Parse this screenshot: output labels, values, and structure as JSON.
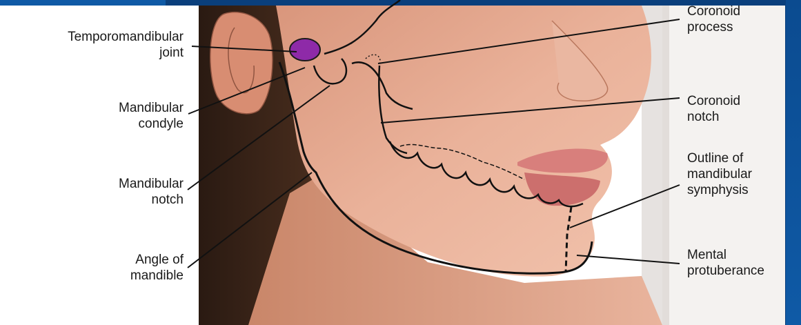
{
  "labels": {
    "temporomandibular_joint": [
      "Temporomandibular",
      "joint"
    ],
    "mandibular_condyle": [
      "Mandibular",
      "condyle"
    ],
    "mandibular_notch": [
      "Mandibular",
      "notch"
    ],
    "angle_of_mandible": [
      "Angle of",
      "mandible"
    ],
    "coronoid_process": [
      "Coronoid",
      "process"
    ],
    "coronoid_notch": [
      "Coronoid",
      "notch"
    ],
    "outline_of_mandibular_symphysis": [
      "Outline of",
      "mandibular",
      "symphysis"
    ],
    "mental_protuberance": [
      "Mental",
      "protuberance"
    ]
  },
  "colors": {
    "slide_background": "#0b4b90",
    "joint_highlight": "#8e2aa8",
    "skin": "#e7ab93",
    "hair": "#3a2418",
    "line": "#111111"
  }
}
